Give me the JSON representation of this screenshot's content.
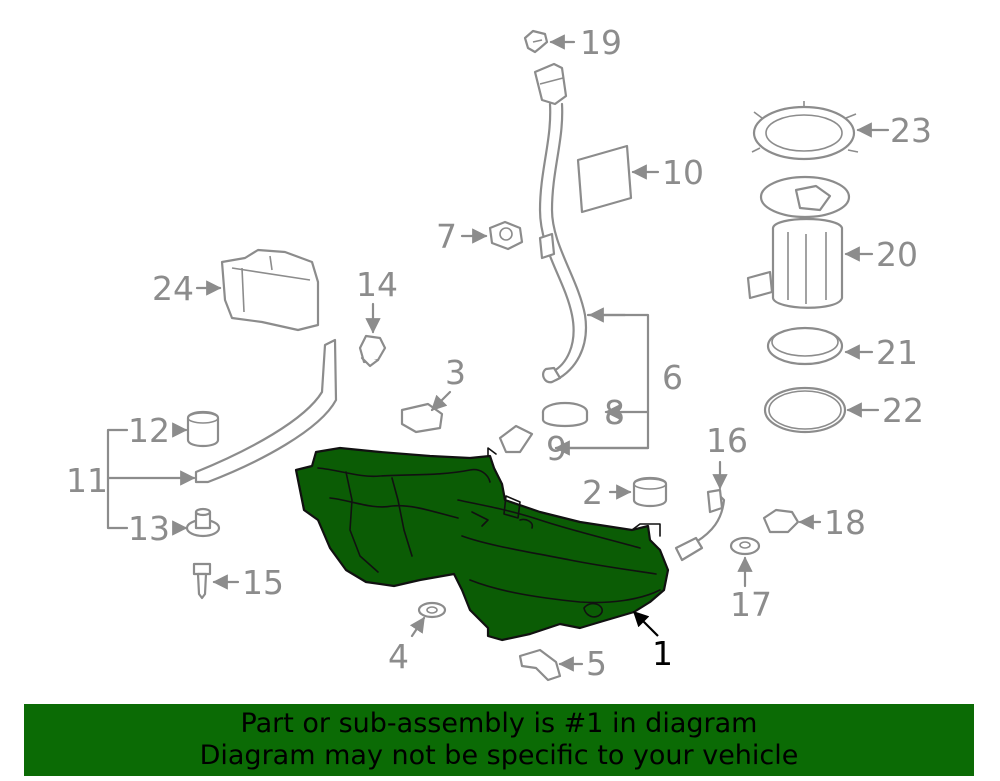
{
  "callouts": {
    "c1": "1",
    "c2": "2",
    "c3": "3",
    "c4": "4",
    "c5": "5",
    "c6": "6",
    "c7": "7",
    "c8": "8",
    "c9": "9",
    "c10": "10",
    "c11": "11",
    "c12": "12",
    "c13": "13",
    "c14": "14",
    "c15": "15",
    "c16": "16",
    "c17": "17",
    "c18": "18",
    "c19": "19",
    "c20": "20",
    "c21": "21",
    "c22": "22",
    "c23": "23",
    "c24": "24"
  },
  "banner": {
    "line1": "Part or sub-assembly is #1 in diagram",
    "line2": "Diagram may not be specific to your vehicle"
  },
  "colors": {
    "highlight_part": "#0b5c05",
    "banner_bg": "#0b6b05",
    "part_outline": "#8c8c8c"
  }
}
